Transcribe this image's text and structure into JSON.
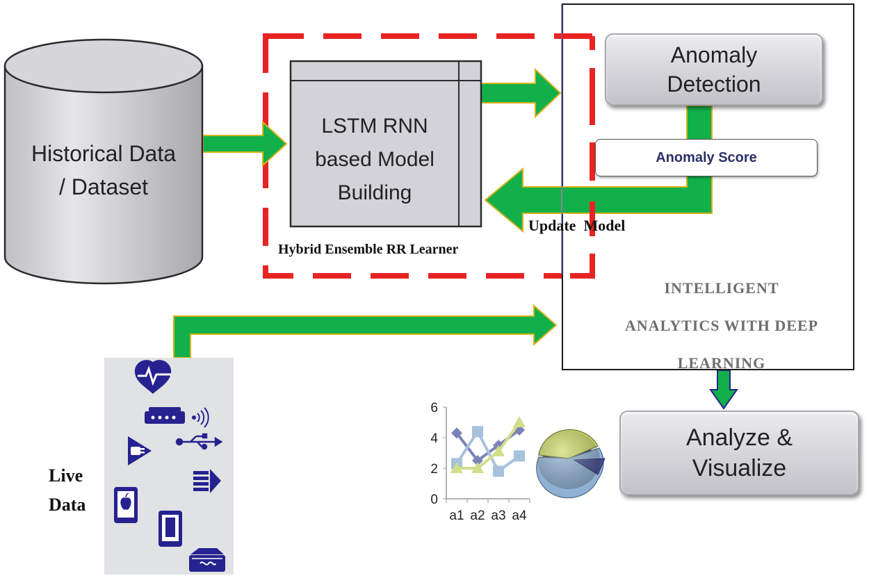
{
  "historical": {
    "line1": "Historical Data",
    "line2": "/ Dataset"
  },
  "model": {
    "line1": "LSTM RNN",
    "line2": "based Model",
    "line3": "Building"
  },
  "ensemble_label": "Hybrid  Ensemble RR Learner",
  "anomaly": {
    "line1": "Anomaly",
    "line2": "Detection"
  },
  "score_label": "Anomaly Score",
  "update_label": "Update  Model",
  "intelligent": {
    "line1": "INTELLIGENT",
    "line2": "ANALYTICS WITH DEEP",
    "line3": "LEARNING"
  },
  "analyze": {
    "line1": "Analyze &",
    "line2": "Visualize"
  },
  "live": {
    "line1": "Live",
    "line2": "Data"
  },
  "icons": [
    "heart-pulse-icon",
    "router-icon",
    "wifi-icon",
    "plug-icon",
    "usb-icon",
    "stream-icon",
    "tablet-apple-icon",
    "tablet-icon",
    "drive-icon"
  ],
  "colors": {
    "arrow_green": "#12b04a",
    "arrow_border": "#d9b21c",
    "dash_red": "#e82323",
    "icon_blue": "#26228f",
    "panel_gray": "#e1e2e4"
  },
  "chart_data": {
    "type": "line",
    "categories": [
      "a1",
      "a2",
      "a3",
      "a4"
    ],
    "ylim": [
      0,
      6
    ],
    "yticks": [
      0,
      2,
      4,
      6
    ],
    "series": [
      {
        "values": [
          4.3,
          2.5,
          3.5,
          4.5
        ],
        "color": "#7d83b8",
        "marker": "diamond"
      },
      {
        "values": [
          2.3,
          4.4,
          1.8,
          2.8
        ],
        "color": "#a7c2dc",
        "marker": "square"
      },
      {
        "values": [
          2.0,
          2.0,
          3.1,
          5.0
        ],
        "color": "#cfdf8a",
        "marker": "triangle"
      }
    ]
  }
}
